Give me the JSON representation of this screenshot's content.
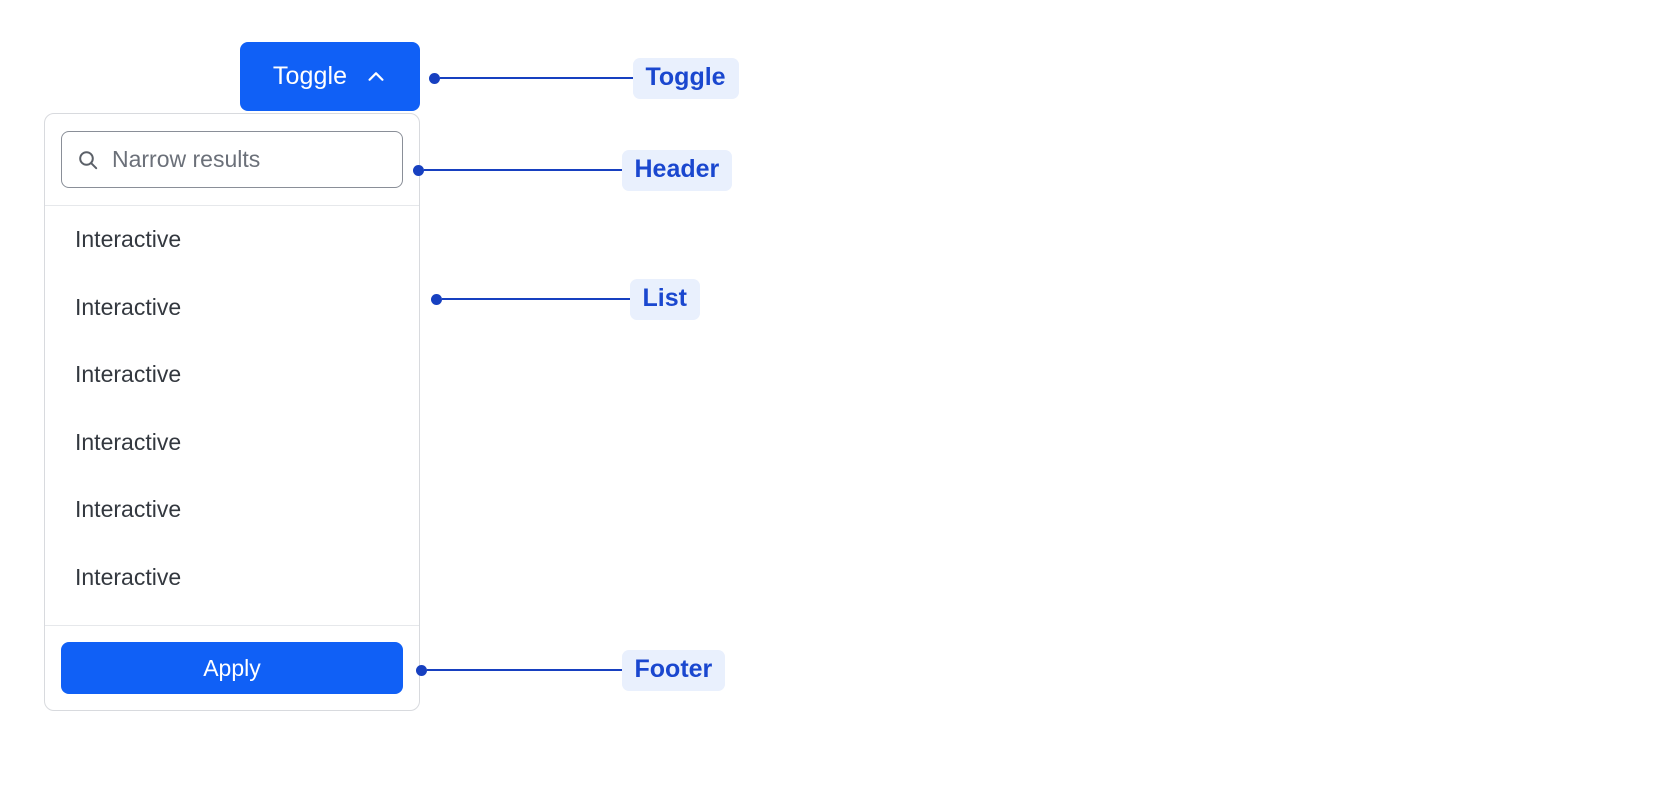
{
  "toggle": {
    "label": "Toggle",
    "icon": "chevron-up-icon",
    "accent_color": "#1060f6",
    "text_color": "#ffffff"
  },
  "panel": {
    "border_color": "#d8dade",
    "divider_color": "#e6e8eb",
    "header": {
      "search": {
        "placeholder": "Narrow results",
        "value": "",
        "icon": "search-icon",
        "border_color": "#8a8f98",
        "placeholder_color": "#6b7079"
      }
    },
    "list": {
      "items": [
        {
          "label": "Interactive"
        },
        {
          "label": "Interactive"
        },
        {
          "label": "Interactive"
        },
        {
          "label": "Interactive"
        },
        {
          "label": "Interactive"
        },
        {
          "label": "Interactive"
        }
      ],
      "text_color": "#33383f"
    },
    "footer": {
      "apply_label": "Apply",
      "accent_color": "#1060f6",
      "text_color": "#ffffff"
    }
  },
  "annotations": {
    "chip_bg": "#e9f0fd",
    "chip_text_color": "#1a47cf",
    "line_color": "#1740c0",
    "items": [
      {
        "label": "Toggle",
        "target": "toggle-button"
      },
      {
        "label": "Header",
        "target": "panel-header"
      },
      {
        "label": "List",
        "target": "panel-list"
      },
      {
        "label": "Footer",
        "target": "panel-footer"
      }
    ]
  }
}
